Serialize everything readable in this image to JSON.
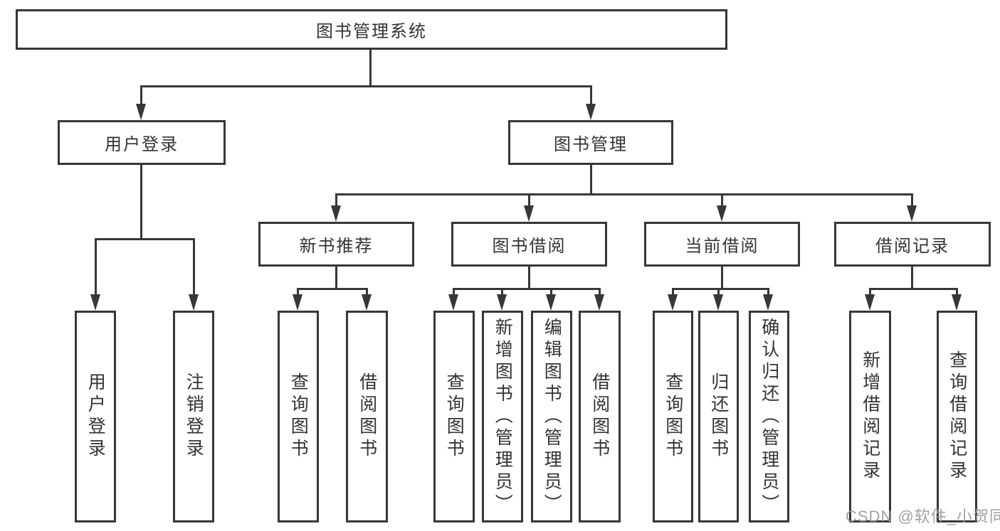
{
  "diagram": {
    "root": {
      "label": "图书管理系统"
    },
    "level1": [
      {
        "label": "用户登录"
      },
      {
        "label": "图书管理"
      }
    ],
    "level2": [
      {
        "label": "新书推荐"
      },
      {
        "label": "图书借阅"
      },
      {
        "label": "当前借阅"
      },
      {
        "label": "借阅记录"
      }
    ],
    "leaves": {
      "user_login": [
        "用户登录",
        "注销登录"
      ],
      "new_book": [
        "查询图书",
        "借阅图书"
      ],
      "book_borrow": [
        "查询图书",
        "新增图书（管理员）",
        "编辑图书（管理员）",
        "借阅图书"
      ],
      "current_borrow": [
        "查询图书",
        "归还图书",
        "确认归还（管理员）"
      ],
      "borrow_records": [
        "新增借阅记录",
        "查询借阅记录"
      ]
    }
  },
  "watermark": {
    "text": "CSDN @软件_小贺同学"
  },
  "colors": {
    "line": "#373737",
    "text": "#333333",
    "background": "#ffffff",
    "watermark": "#999999"
  }
}
